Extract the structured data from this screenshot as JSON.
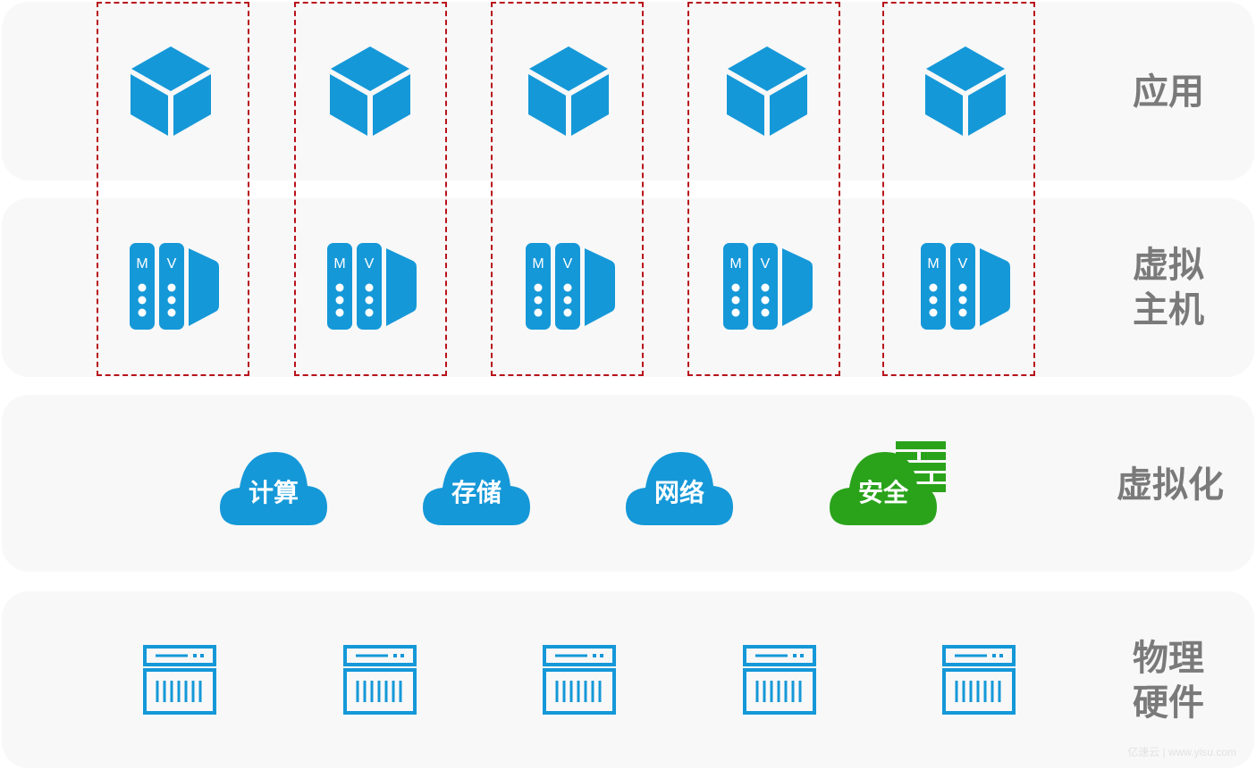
{
  "layers": {
    "app": "应用",
    "vm": "虚拟\n主机",
    "virtualization": "虚拟化",
    "hardware": "物理\n硬件"
  },
  "vm_badge": {
    "m": "M",
    "v": "V"
  },
  "clouds": [
    {
      "label": "计算",
      "color": "#1598d8"
    },
    {
      "label": "存储",
      "color": "#1598d8"
    },
    {
      "label": "网络",
      "color": "#1598d8"
    },
    {
      "label": "安全",
      "color": "#2aa31b"
    }
  ],
  "colors": {
    "icon_blue": "#1598d8",
    "security_green": "#2aa31b",
    "dash_red": "#b8121b",
    "label_gray": "#7a7a7a"
  },
  "icons": {
    "app": "cube-icon",
    "vm": "virtual-machine-icon",
    "hardware": "server-icon",
    "firewall": "firewall-icon"
  },
  "watermark": "亿速云 | www.yisu.com"
}
